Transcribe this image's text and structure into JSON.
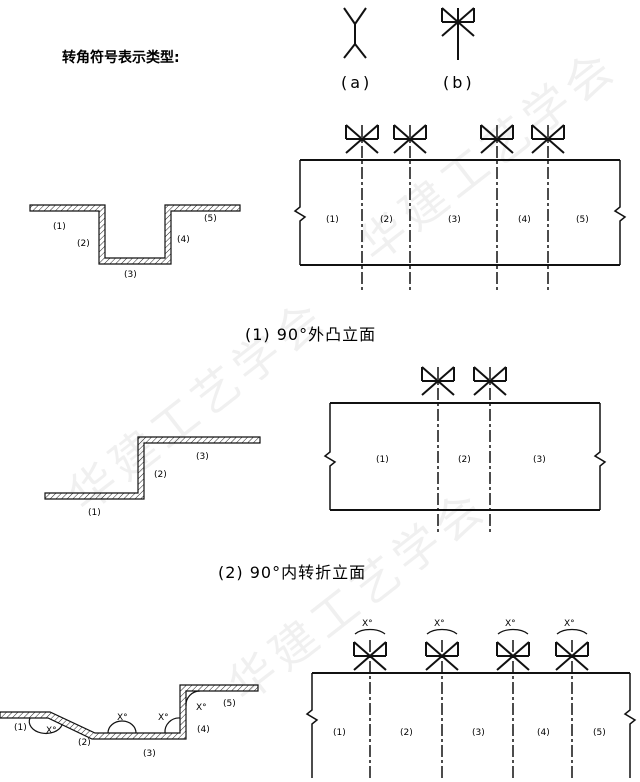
{
  "legend": {
    "title": "转角符号表示类型:",
    "a_label": "(a)",
    "b_label": "(b)"
  },
  "section1": {
    "caption": "(1) 90°外凸立面",
    "profile_labels": [
      "(1)",
      "(2)",
      "(3)",
      "(4)",
      "(5)"
    ],
    "elevation_labels": [
      "(1)",
      "(2)",
      "(3)",
      "(4)",
      "(5)"
    ]
  },
  "section2": {
    "caption": "(2) 90°内转折立面",
    "profile_labels": [
      "(1)",
      "(2)",
      "(3)"
    ],
    "elevation_labels": [
      "(1)",
      "(2)",
      "(3)"
    ]
  },
  "section3": {
    "profile_labels": [
      "(1)",
      "(2)",
      "(3)",
      "(4)",
      "(5)"
    ],
    "angle_label": "X°",
    "elevation_labels": [
      "(1)",
      "(2)",
      "(3)",
      "(4)",
      "(5)"
    ]
  },
  "watermark": "华建工艺学会"
}
